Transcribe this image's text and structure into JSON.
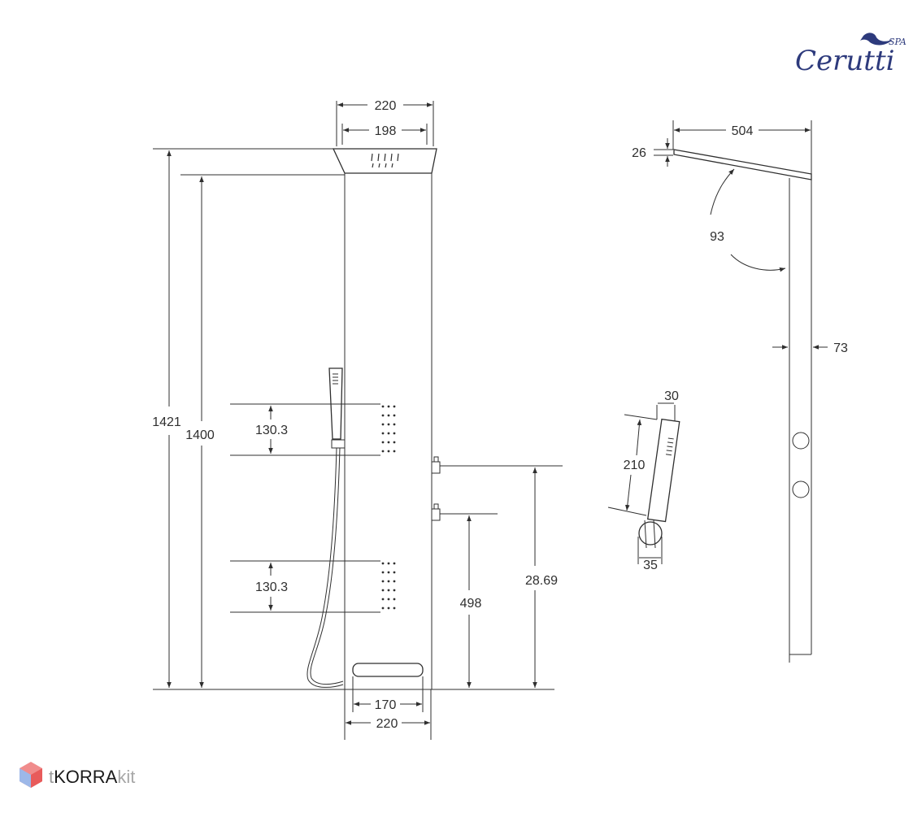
{
  "brand": {
    "name": "Cerutti",
    "suffix": "SPA",
    "color": "#2d3a7c"
  },
  "watermark": {
    "prefix": "t",
    "middle": "KORRA",
    "suffix": "kit",
    "icon": "cube-icon"
  },
  "dimensions": {
    "top_width_outer": "220",
    "top_width_inner": "198",
    "total_height": "1421",
    "panel_height": "1400",
    "nozzle_gap_upper": "130.3",
    "nozzle_gap_lower": "130.3",
    "valve_height_upper": "28.69",
    "valve_height_lower": "498",
    "bottom_width_inner": "170",
    "bottom_width_outer": "220",
    "head_depth": "504",
    "head_thickness": "26",
    "head_angle": "93",
    "panel_depth": "73",
    "handset_length": "210",
    "handset_width": "30",
    "handset_holder": "35"
  }
}
